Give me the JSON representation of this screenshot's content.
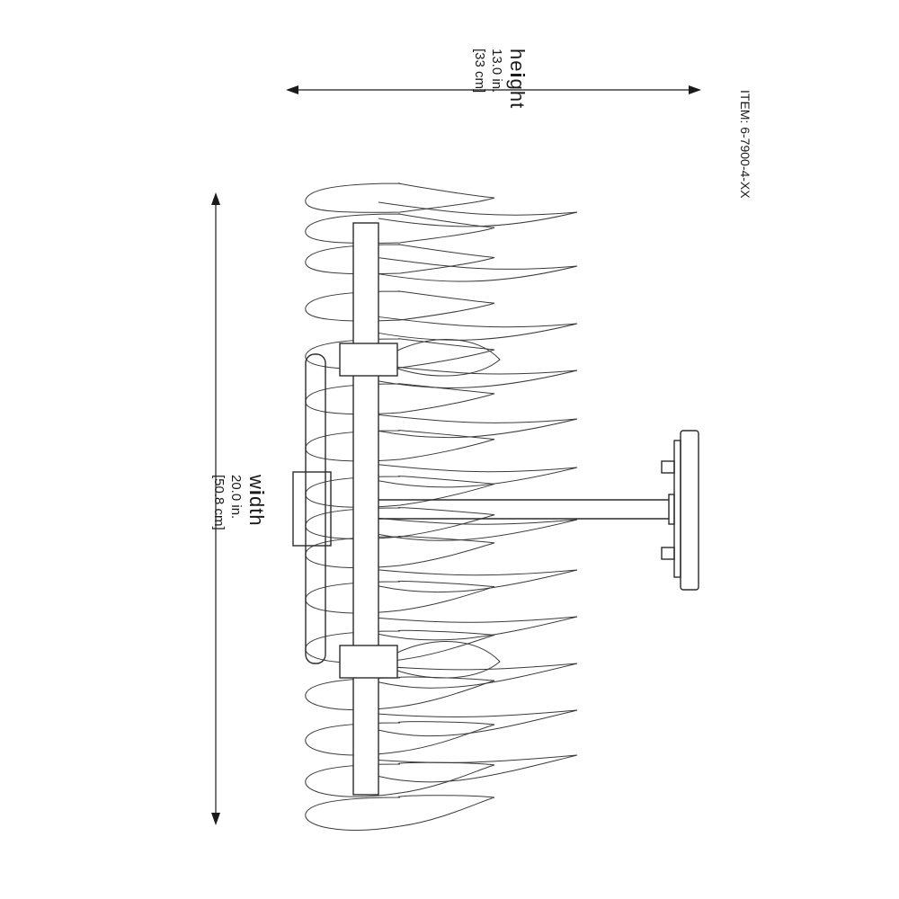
{
  "item_code": "ITEM: 6-7900-4-XX",
  "height_dimension": {
    "word_before": "he",
    "word_bold": "i",
    "word_after": "ght",
    "imperial": "13.0 in.",
    "metric": "[33 cm]"
  },
  "width_dimension": {
    "word_before": "w",
    "word_bold": "i",
    "word_after": "dth",
    "imperial": "20.0 in.",
    "metric": "[50.8 cm]"
  }
}
